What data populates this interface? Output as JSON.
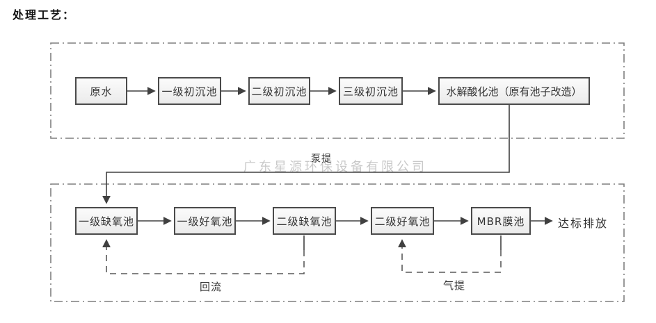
{
  "page_title": "处理工艺：",
  "watermark": "广东星源环保设备有限公司",
  "top_process": {
    "nodes": [
      "原水",
      "一级初沉池",
      "二级初沉池",
      "三级初沉池",
      "水解酸化池（原有池子改造）"
    ]
  },
  "bottom_process": {
    "nodes": [
      "一级缺氧池",
      "一级好氧池",
      "二级缺氧池",
      "二级好氧池",
      "MBR膜池"
    ],
    "output_label": "达标排放"
  },
  "edge_labels": {
    "pump": "泵提",
    "reflux": "回流",
    "air_lift": "气提"
  },
  "colors": {
    "box_border": "#4a4a4a",
    "box_fill": "#f2f2f2",
    "solid_line": "#404040",
    "dashed_line": "#595959",
    "container_border": "#7f7f7f",
    "watermark": "#c9c9c9",
    "text": "#333333"
  }
}
